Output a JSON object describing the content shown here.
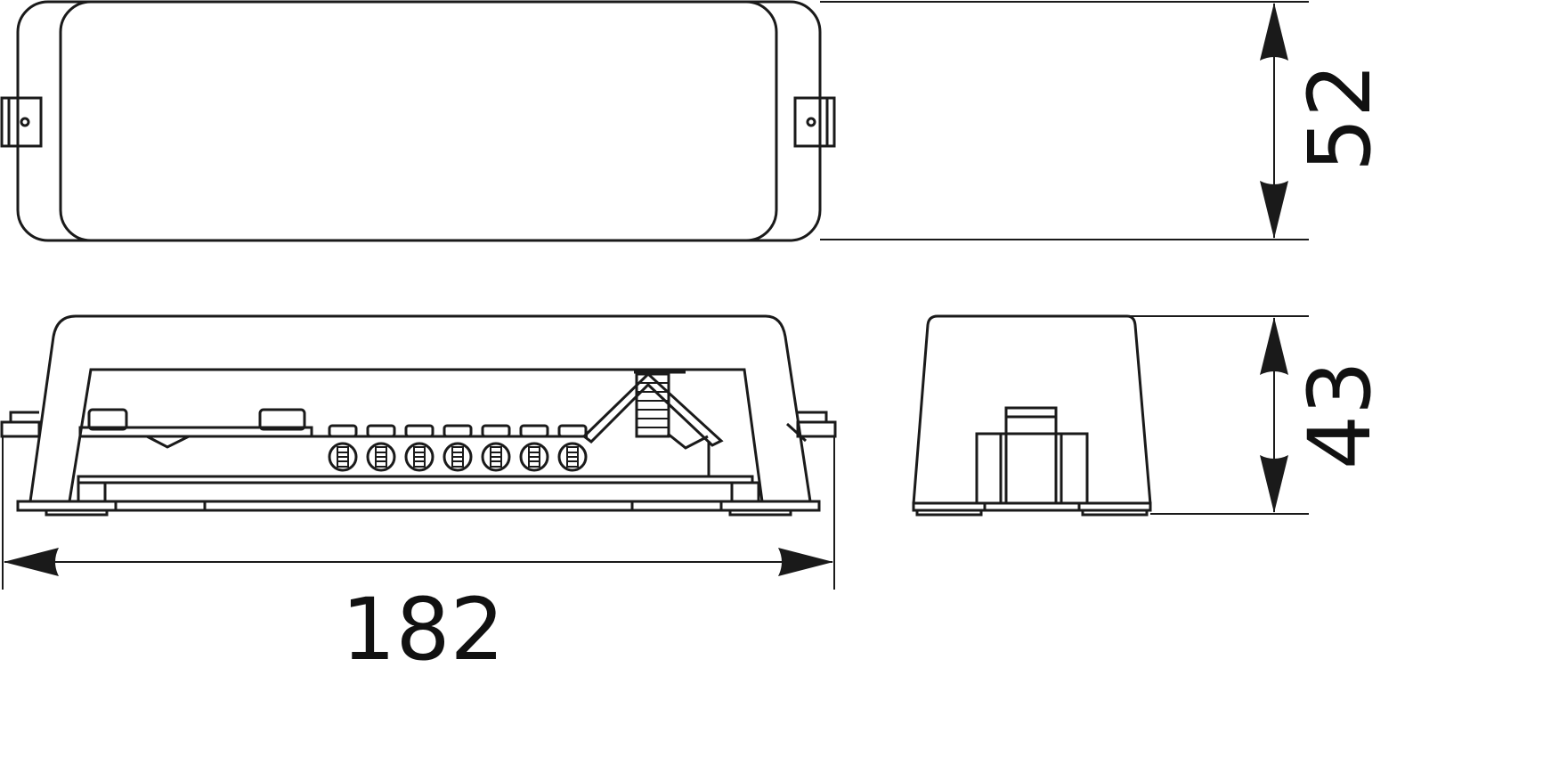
{
  "dimensions": {
    "width": "182",
    "depth": "52",
    "height": "43"
  },
  "colors": {
    "line": "#1a1a1a",
    "background": "#ffffff"
  }
}
